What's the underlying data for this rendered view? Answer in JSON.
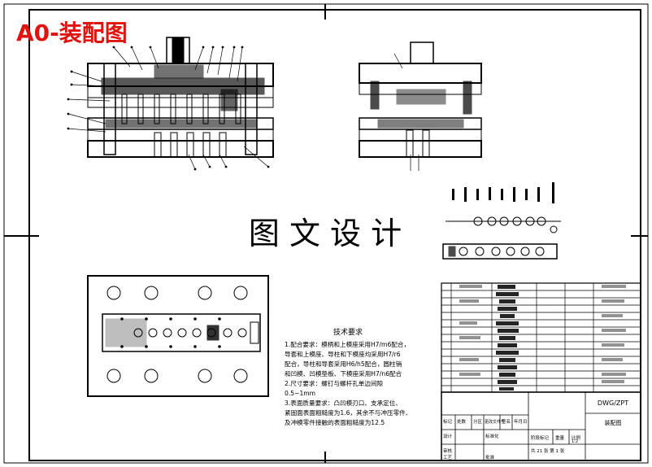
{
  "sheet": {
    "stamp_label": "A0-装配图",
    "watermark": "图 文 设 计"
  },
  "notes": {
    "heading": "技术要求",
    "lines": [
      "1.配合要求：模柄和上模座采用H7/m6配合，",
      "导套和上模座、导柱和下模座均采用H7/r6",
      "配合，导柱和导套采用H6/h5配合，圆柱销",
      "和凹模、凹模垫板、下模座采用H7/n6配合",
      "2.尺寸要求：螺钉与螺杆孔单边间隙",
      "0.5~1mm",
      "3.表面质量要求：凸凹模刃口、支承定位、",
      "紧固面表面粗糙度为1.6，其余不与冲压零件、",
      "及冲模零件接触的表面粗糙度为12.5"
    ]
  },
  "title_block": {
    "drawing_no": "DWG/ZPT",
    "scale": "1:2",
    "sheet_info": "共 21 张 第 1 张",
    "stage_label": "阶段标记",
    "weight_label": "重量",
    "scale_label": "比例",
    "rows": [
      {
        "label": "标记",
        "cells": [
          "处数",
          "分区",
          "更改文件号",
          "签名",
          "年月日"
        ]
      },
      {
        "label": "设计",
        "cells": [
          "",
          "标准化",
          "",
          "",
          ""
        ]
      },
      {
        "label": "审核",
        "cells": [
          "",
          "",
          "",
          "",
          ""
        ]
      },
      {
        "label": "工艺",
        "cells": [
          "",
          "批准",
          "",
          "",
          ""
        ]
      }
    ],
    "part_name": "装配图"
  },
  "colors": {
    "line": "#000000",
    "stamp": "#e0140f",
    "paper": "#ffffff"
  }
}
